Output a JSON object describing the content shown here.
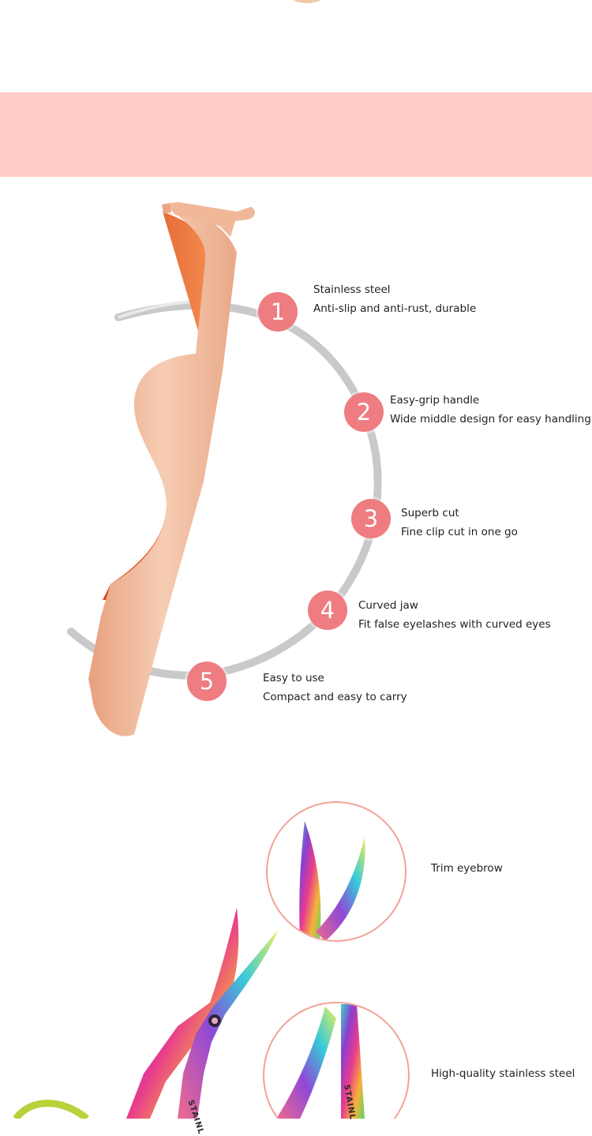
{
  "features": [
    {
      "number": "1",
      "title": "Stainless steel",
      "desc": "Anti-slip and anti-rust, durable"
    },
    {
      "number": "2",
      "title": "Easy-grip handle",
      "desc": "Wide middle design for easy handling"
    },
    {
      "number": "3",
      "title": "Superb cut",
      "desc": "Fine clip cut in one go"
    },
    {
      "number": "4",
      "title": "Curved jaw",
      "desc": "Fit false eyelashes with curved eyes"
    },
    {
      "number": "5",
      "title": "Easy to use",
      "desc": "Compact and easy to carry"
    }
  ],
  "scissors": {
    "detail_1": "Trim eyebrow",
    "detail_2": "High-quality stainless steel",
    "engraving": "STAINL"
  },
  "colors": {
    "band": "#ffccc6",
    "badge": "#ee7c80",
    "arc": "#c8c8c8",
    "rose_gold": "#f3c4a6"
  }
}
